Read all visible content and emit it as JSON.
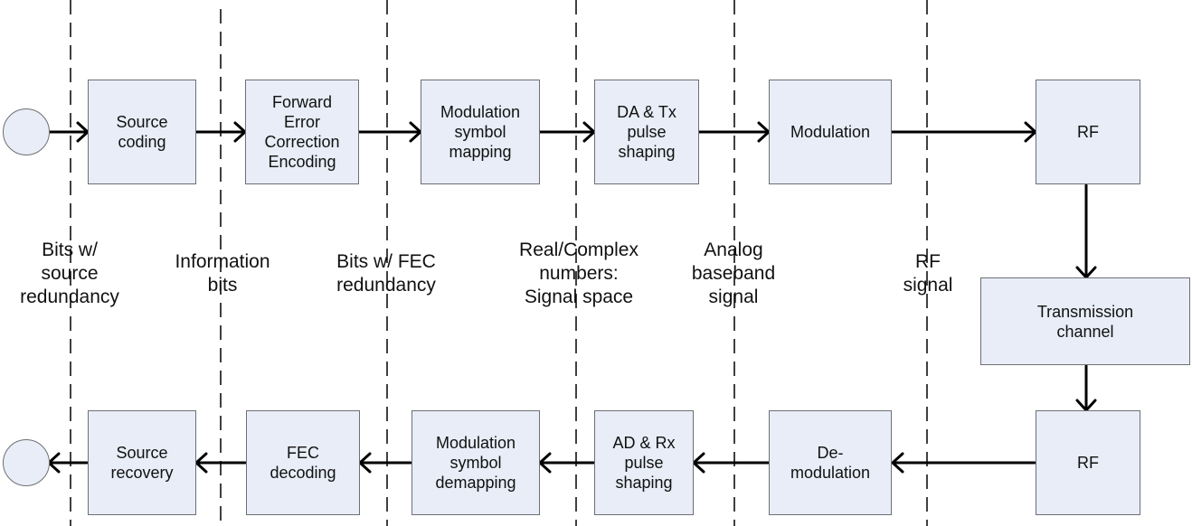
{
  "tx_blocks": {
    "source_coding": "Source\ncoding",
    "fec_encoding": "Forward\nError\nCorrection\nEncoding",
    "symbol_mapping": "Modulation\nsymbol\nmapping",
    "da_tx": "DA & Tx\npulse\nshaping",
    "modulation": "Modulation",
    "rf_tx": "RF"
  },
  "channel": {
    "transmission": "Transmission\nchannel"
  },
  "rx_blocks": {
    "rf_rx": "RF",
    "demodulation": "De-\nmodulation",
    "ad_rx": "AD & Rx\npulse\nshaping",
    "symbol_demapping": "Modulation\nsymbol\ndemapping",
    "fec_decoding": "FEC\ndecoding",
    "source_recovery": "Source\nrecovery"
  },
  "signal_labels": {
    "bits_source_redundancy": "Bits w/\nsource\nredundancy",
    "information_bits": "Information\nbits",
    "bits_fec_redundancy": "Bits w/ FEC\nredundancy",
    "signal_space": "Real/Complex\nnumbers:\nSignal space",
    "analog_baseband": "Analog\nbaseband\nsignal",
    "rf_signal": "RF\nsignal"
  },
  "colors": {
    "block_fill": "#e8edf7",
    "block_border": "#6d6f72",
    "line": "#000000"
  }
}
